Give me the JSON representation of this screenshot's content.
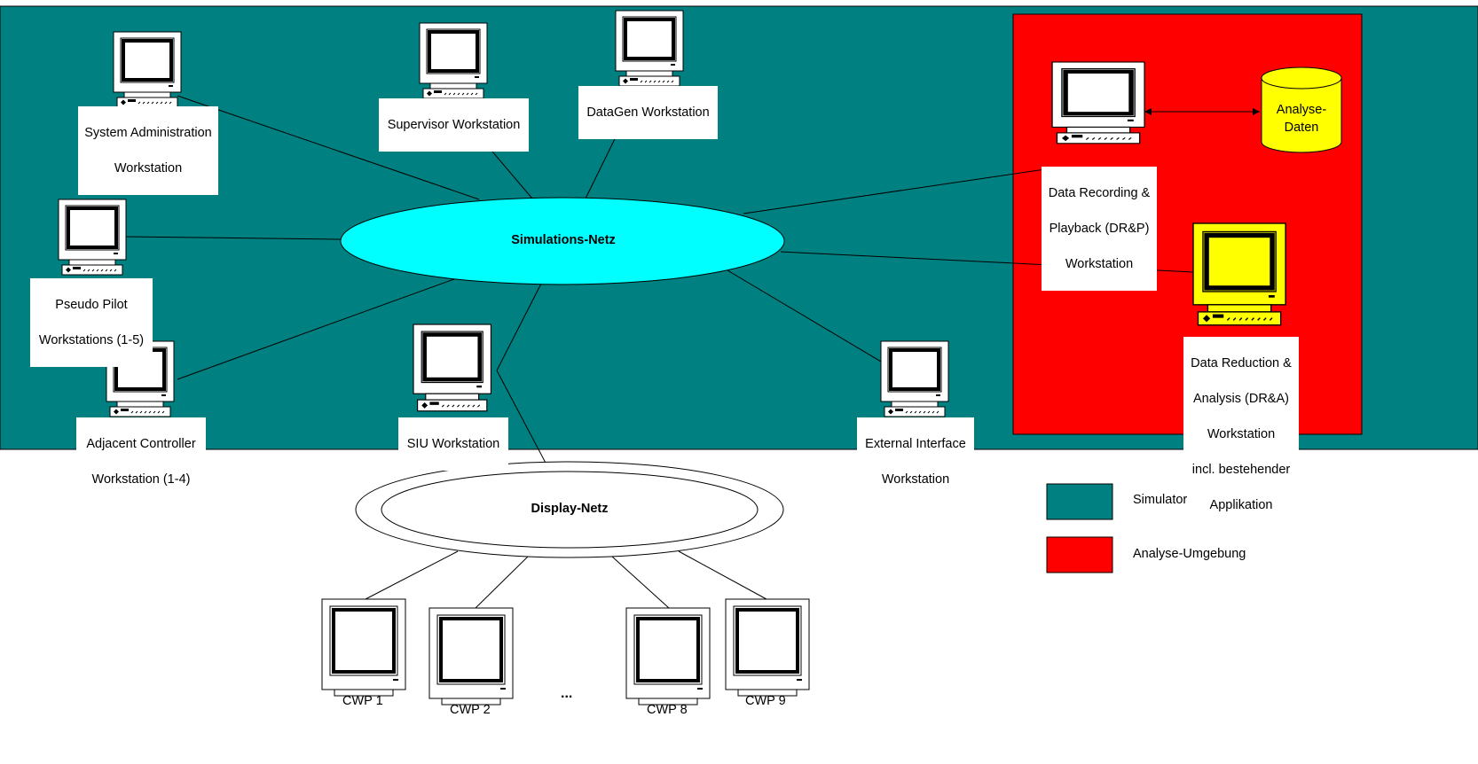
{
  "networks": {
    "simulation": "Simulations-Netz",
    "display": "Display-Netz"
  },
  "workstations": {
    "sysadmin": [
      "System Administration",
      "Workstation"
    ],
    "supervisor": [
      "Supervisor Workstation"
    ],
    "datagen": [
      "DataGen Workstation"
    ],
    "pseudo_pilot": [
      "Pseudo Pilot",
      "Workstations (1-5)"
    ],
    "adjacent": [
      "Adjacent Controller",
      "Workstation (1-4)"
    ],
    "siu": [
      "SIU Workstation"
    ],
    "external": [
      "External Interface",
      "Workstation"
    ],
    "drp": [
      "Data Recording &",
      "Playback (DR&P)",
      "Workstation"
    ],
    "dra": [
      "Data Reduction &",
      "Analysis (DR&A)",
      "Workstation",
      "incl. bestehender",
      "Applikation"
    ]
  },
  "database": [
    "Analyse-",
    "Daten"
  ],
  "cwp": [
    "CWP 1",
    "CWP 2",
    "CWP 8",
    "CWP 9"
  ],
  "ellipsis": "...",
  "legend": [
    {
      "label": "Simulator",
      "color": "#008080"
    },
    {
      "label": "Analyse-Umgebung",
      "color": "#ff0000"
    }
  ],
  "colors": {
    "simulator_bg": "#008080",
    "analysis_bg": "#ff0000",
    "network": "#00ffff",
    "highlight_ws": "#ffff00",
    "database": "#ffff00"
  }
}
